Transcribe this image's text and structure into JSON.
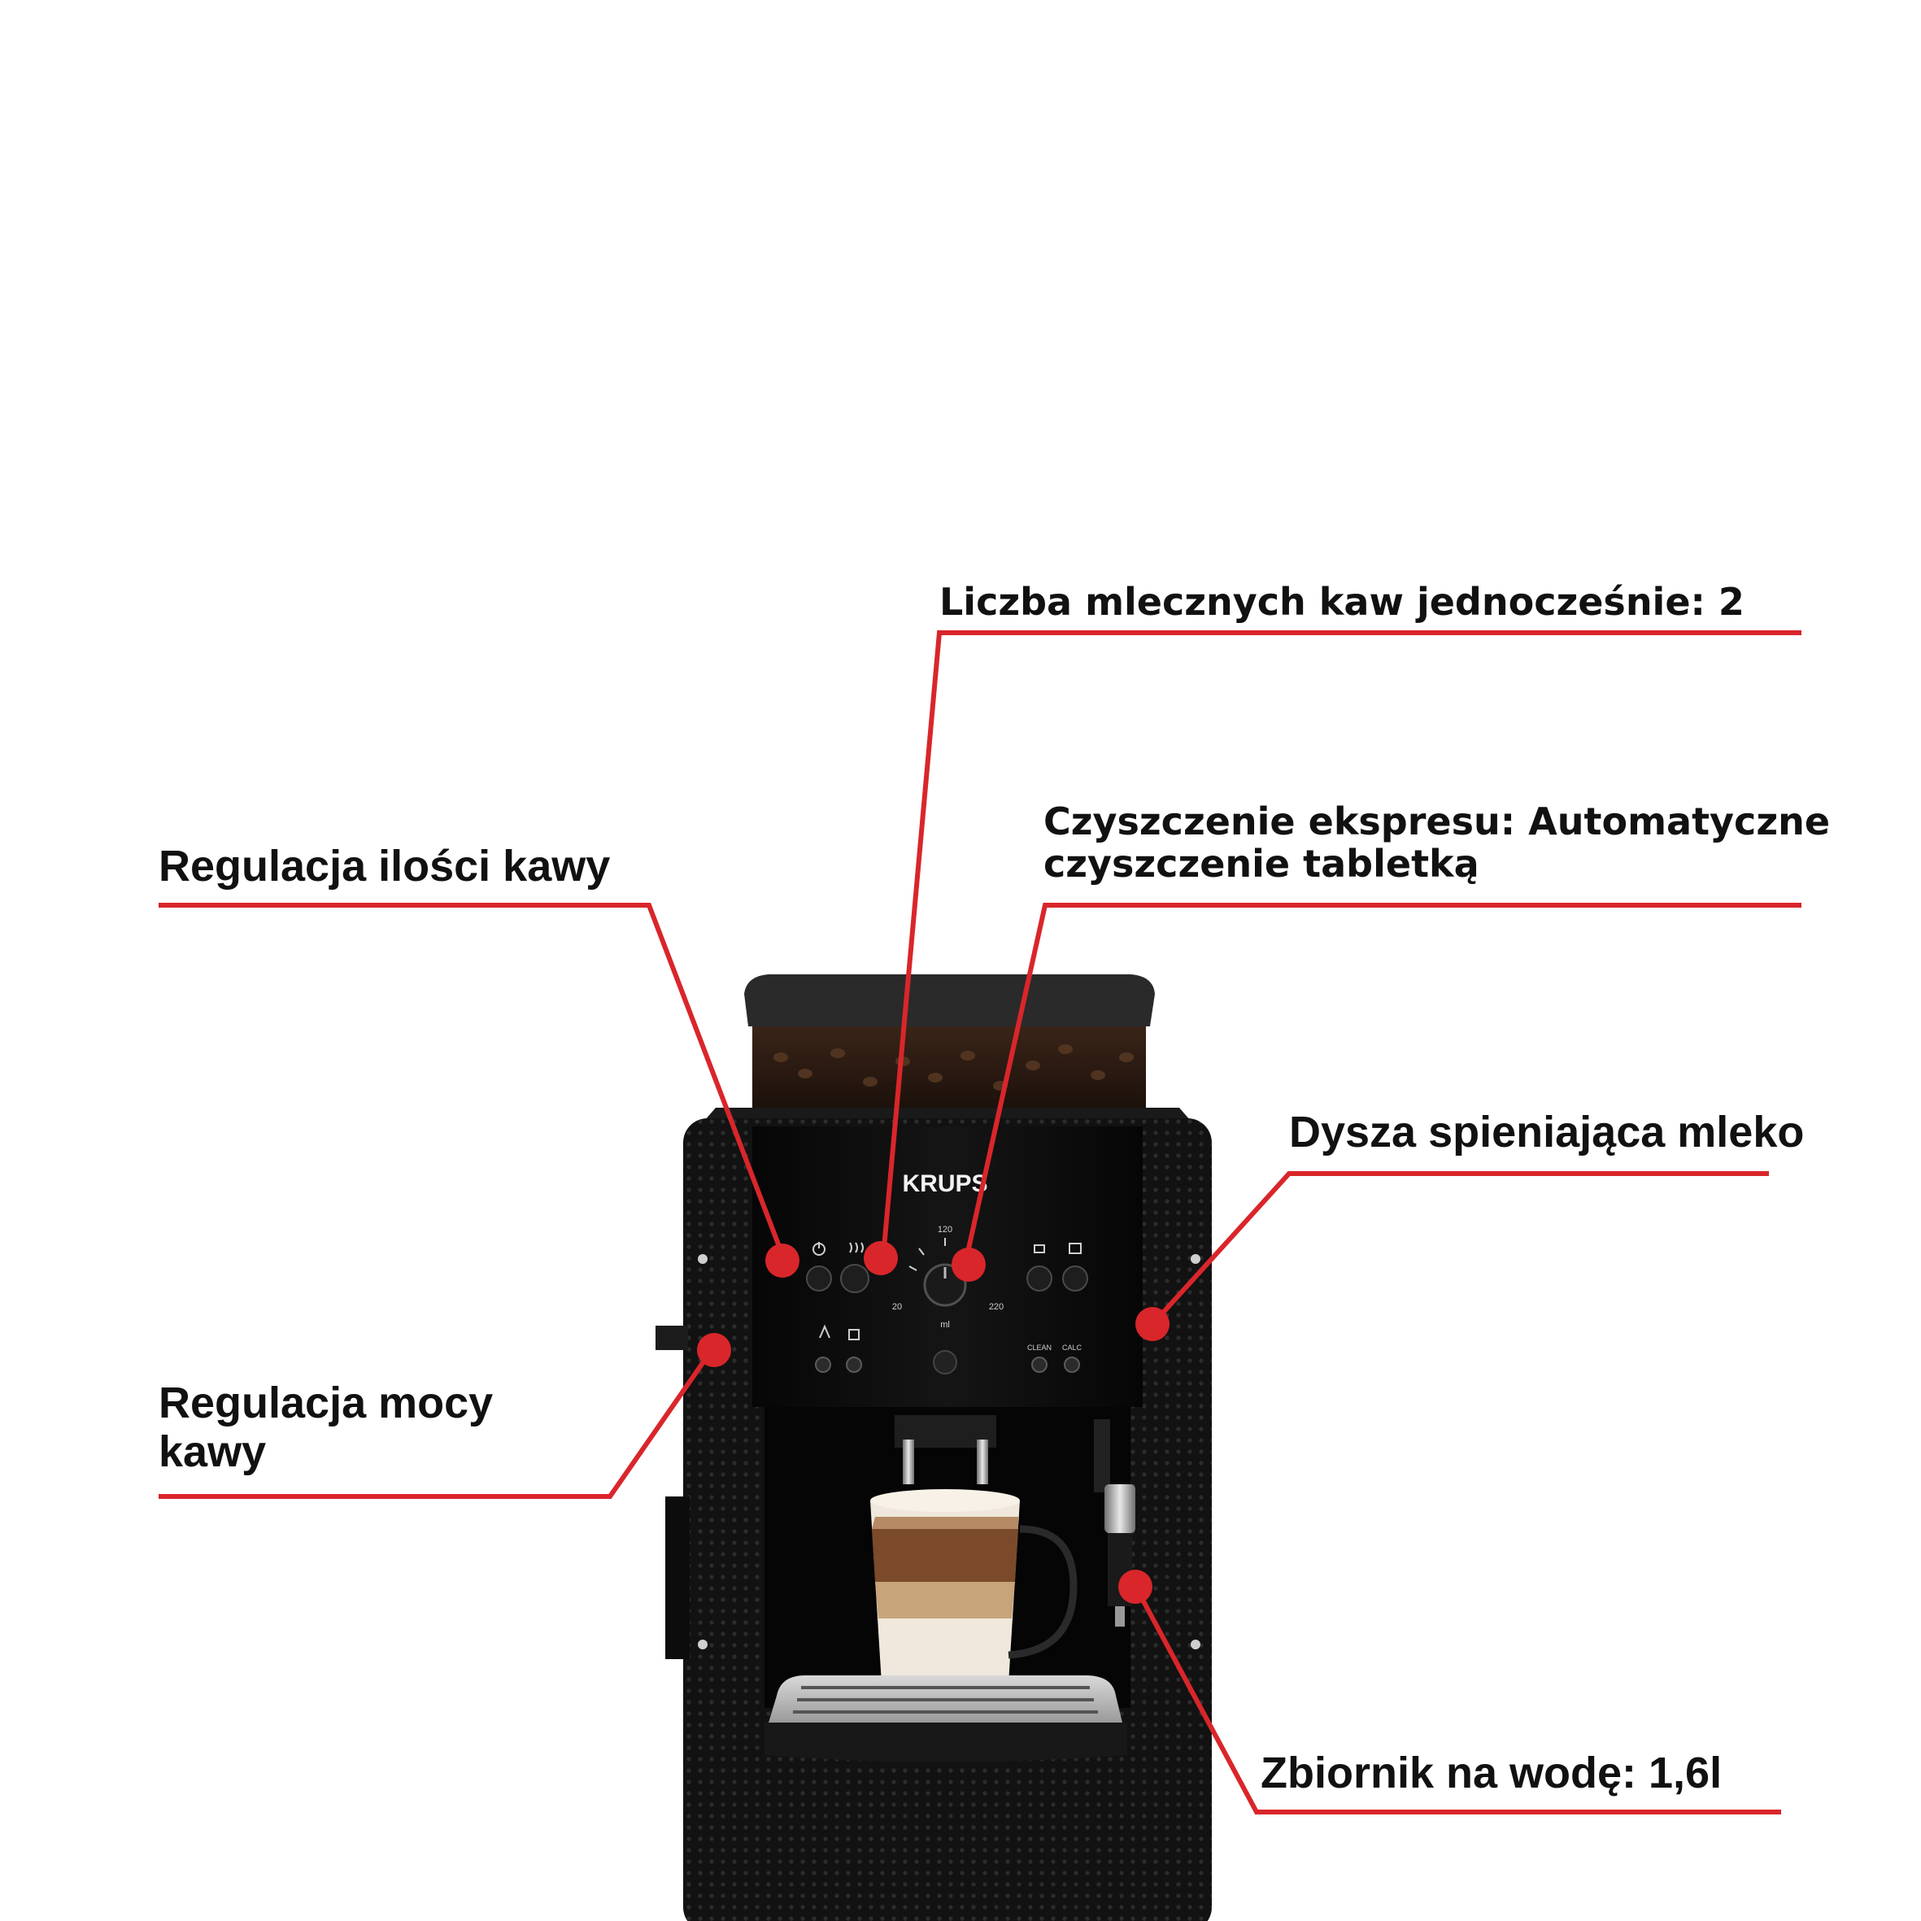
{
  "brand": "KRUPS",
  "dial": {
    "tick_top": "120",
    "tick_left": "20",
    "tick_right": "220",
    "unit": "ml"
  },
  "buttons": {
    "clean": "CLEAN",
    "calc": "CALC"
  },
  "callouts": {
    "milk_count": "Liczba mlecznych kaw jednocześnie: 2",
    "cleaning_line1": "Czyszczenie ekspresu: Automatyczne",
    "cleaning_line2": "czyszczenie tabletką",
    "coffee_amount": "Regulacja ilości kawy",
    "milk_nozzle": "Dysza spieniająca mleko",
    "strength_line1": "Regulacja mocy",
    "strength_line2": "kawy",
    "water_tank": "Zbiornik na wodę: 1,6l"
  },
  "colors": {
    "accent_red": "#d9262b",
    "machine_body": "#111111",
    "label_text": "#111111"
  }
}
